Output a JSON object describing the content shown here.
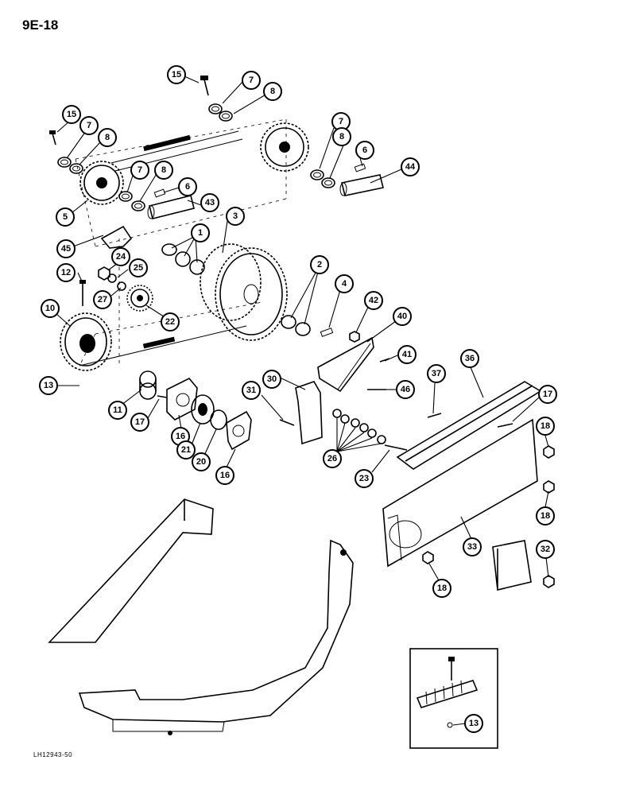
{
  "page_number": "9E-18",
  "figure_id": "LH12943-50",
  "callouts": [
    {
      "id": "c15a",
      "label": "15"
    },
    {
      "id": "c7a",
      "label": "7"
    },
    {
      "id": "c8a",
      "label": "8"
    },
    {
      "id": "c15b",
      "label": "15"
    },
    {
      "id": "c7b",
      "label": "7"
    },
    {
      "id": "c8b",
      "label": "8"
    },
    {
      "id": "c7c",
      "label": "7"
    },
    {
      "id": "c8c",
      "label": "8"
    },
    {
      "id": "c6a",
      "label": "6"
    },
    {
      "id": "c7d",
      "label": "7"
    },
    {
      "id": "c8d",
      "label": "8"
    },
    {
      "id": "c6b",
      "label": "6"
    },
    {
      "id": "c44",
      "label": "44"
    },
    {
      "id": "c43",
      "label": "43"
    },
    {
      "id": "c5",
      "label": "5"
    },
    {
      "id": "c3",
      "label": "3"
    },
    {
      "id": "c45",
      "label": "45"
    },
    {
      "id": "c1",
      "label": "1"
    },
    {
      "id": "c24",
      "label": "24"
    },
    {
      "id": "c12",
      "label": "12"
    },
    {
      "id": "c25",
      "label": "25"
    },
    {
      "id": "c27",
      "label": "27"
    },
    {
      "id": "c2",
      "label": "2"
    },
    {
      "id": "c4",
      "label": "4"
    },
    {
      "id": "c42",
      "label": "42"
    },
    {
      "id": "c10",
      "label": "10"
    },
    {
      "id": "c22",
      "label": "22"
    },
    {
      "id": "c40",
      "label": "40"
    },
    {
      "id": "c41",
      "label": "41"
    },
    {
      "id": "c36",
      "label": "36"
    },
    {
      "id": "c13a",
      "label": "13"
    },
    {
      "id": "c30",
      "label": "30"
    },
    {
      "id": "c37",
      "label": "37"
    },
    {
      "id": "c46",
      "label": "46"
    },
    {
      "id": "c17a",
      "label": "17"
    },
    {
      "id": "c31",
      "label": "31"
    },
    {
      "id": "c11",
      "label": "11"
    },
    {
      "id": "c17b",
      "label": "17"
    },
    {
      "id": "c18a",
      "label": "18"
    },
    {
      "id": "c16a",
      "label": "16"
    },
    {
      "id": "c21",
      "label": "21"
    },
    {
      "id": "c26",
      "label": "26"
    },
    {
      "id": "c20",
      "label": "20"
    },
    {
      "id": "c16b",
      "label": "16"
    },
    {
      "id": "c23",
      "label": "23"
    },
    {
      "id": "c18b",
      "label": "18"
    },
    {
      "id": "c33",
      "label": "33"
    },
    {
      "id": "c32",
      "label": "32"
    },
    {
      "id": "c18c",
      "label": "18"
    },
    {
      "id": "c13b",
      "label": "13"
    }
  ]
}
